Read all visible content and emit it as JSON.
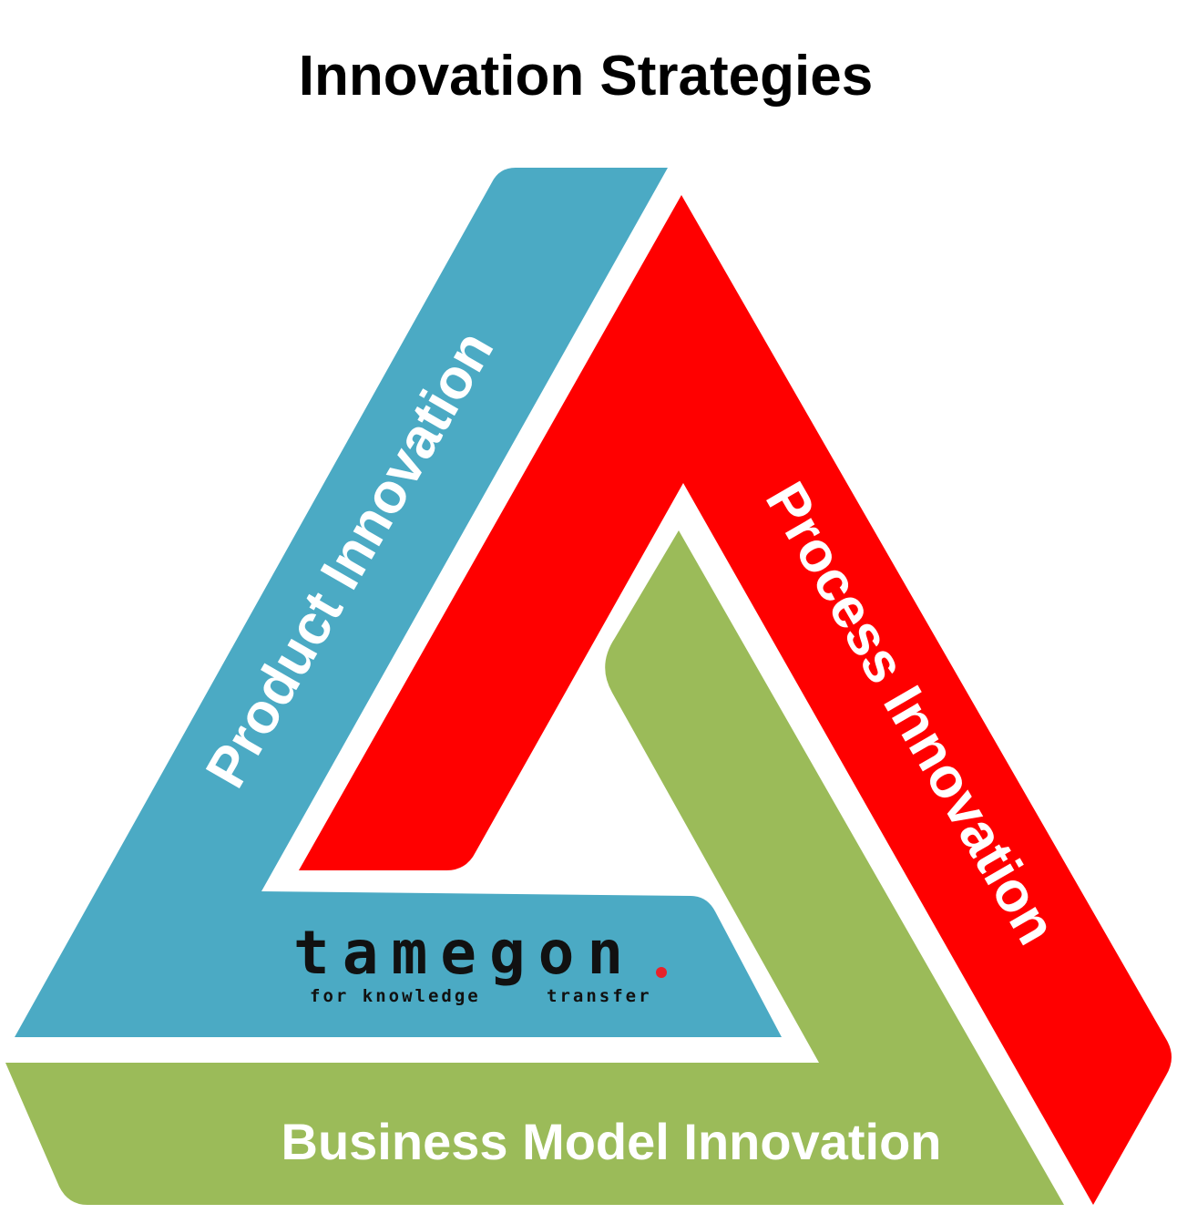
{
  "title": "Innovation Strategies",
  "segments": {
    "product": {
      "label": "Product Innovation",
      "color": "#4BAAC4"
    },
    "process": {
      "label": "Process Innovation",
      "color": "#FF0000"
    },
    "business_model": {
      "label": "Business Model Innovation",
      "color": "#9BBB59"
    }
  },
  "logo": {
    "name": "tamegon",
    "dot": ".",
    "tagline_left": "for knowledge",
    "tagline_right": "transfer",
    "dot_color": "#E8222A"
  }
}
